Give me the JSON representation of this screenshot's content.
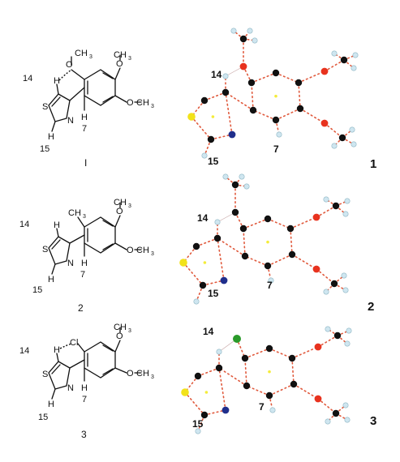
{
  "labels": {
    "h14": "14",
    "h15": "15",
    "c7": "7",
    "o": "O",
    "ch3": "CH",
    "sub3": "3",
    "h": "H",
    "s": "S",
    "n": "N",
    "cl": "Cl"
  },
  "compounds": [
    {
      "numeral_left": "I",
      "numeral_right": "1"
    },
    {
      "numeral_left": "2",
      "numeral_right": "2"
    },
    {
      "numeral_left": "3",
      "numeral_right": "3"
    }
  ],
  "colors": {
    "carbon": "#111111",
    "oxygen": "#e8321e",
    "nitrogen": "#1f2e8c",
    "sulfur": "#f2e21a",
    "chlorine": "#2a9a2a",
    "hydrogen": "#cfe6f0",
    "bond": "#e0593c",
    "centroid": "#f4ec3a"
  }
}
